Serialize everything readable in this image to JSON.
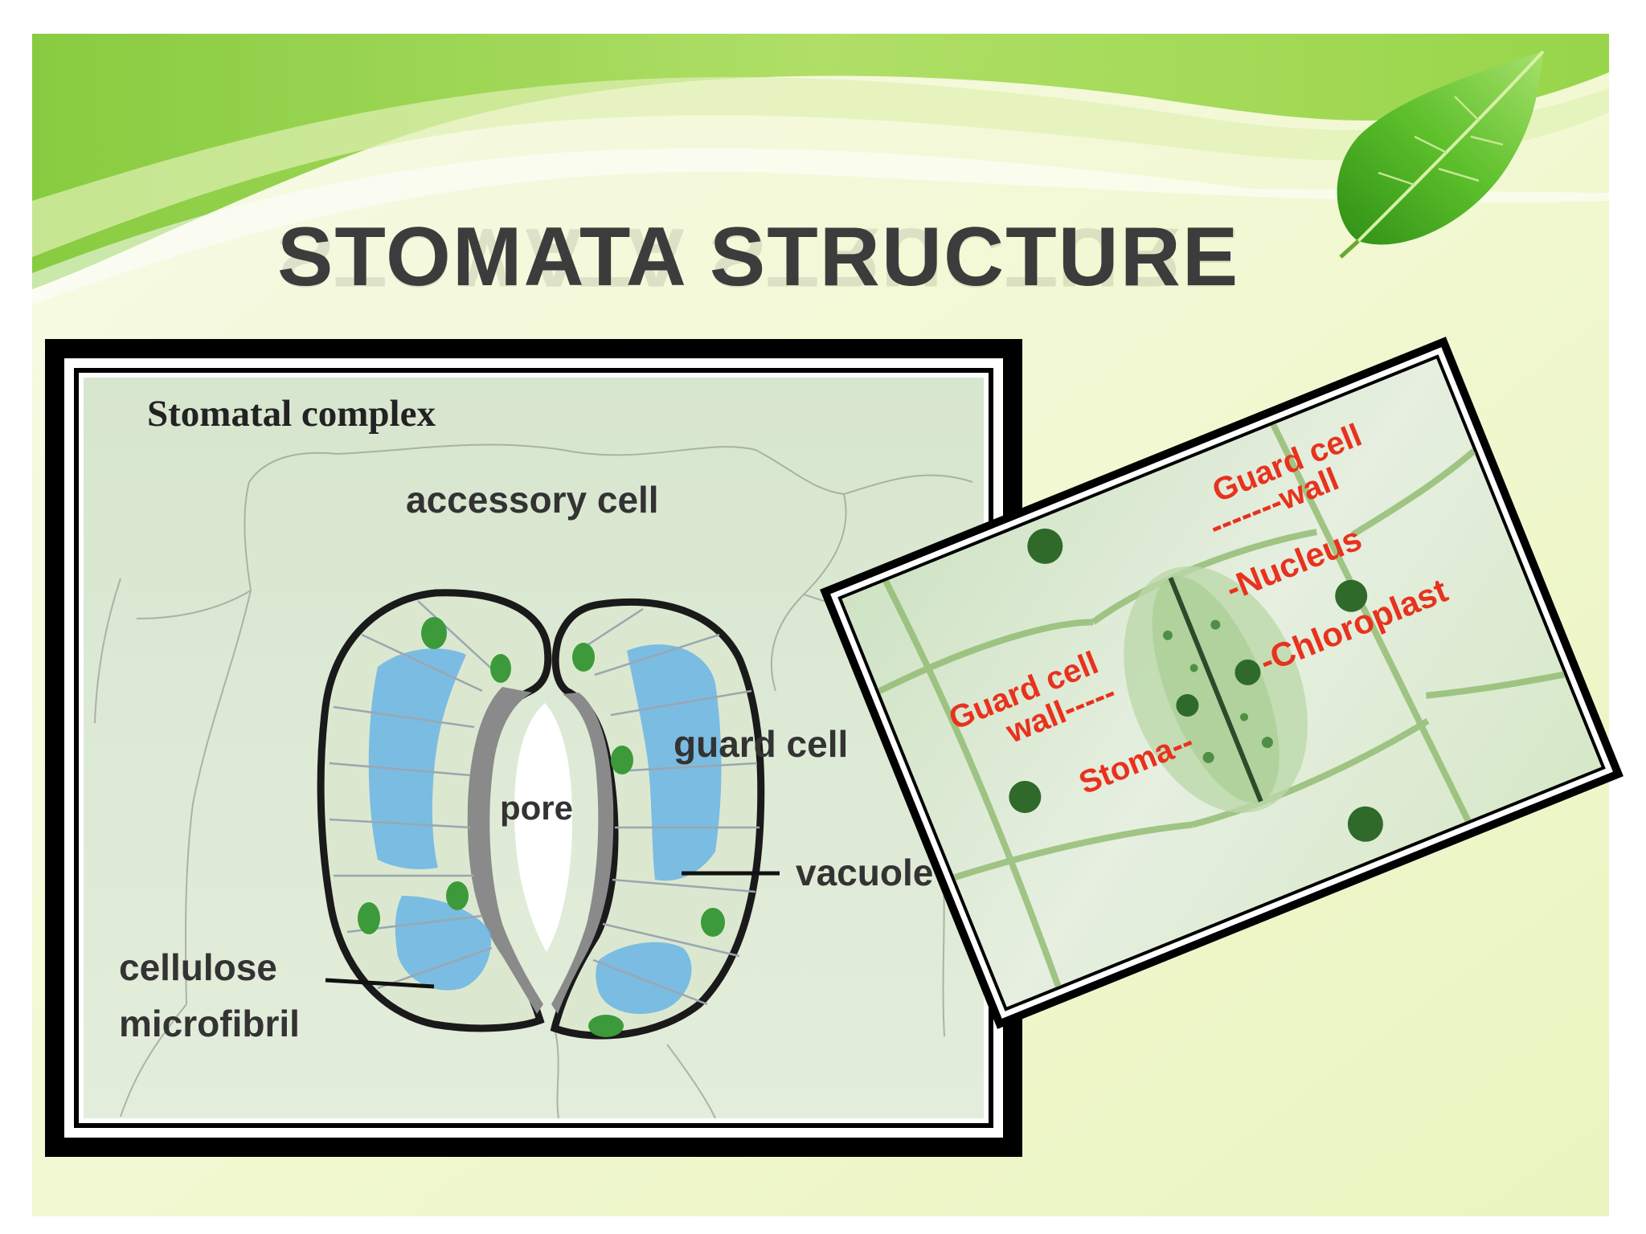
{
  "slide": {
    "title": "STOMATA STRUCTURE",
    "accent_color": "#8ed13a",
    "background_color": "#f3f8d6"
  },
  "diagram": {
    "heading": "Stomatal complex",
    "labels": {
      "accessory_cell": "accessory cell",
      "guard_cell": "guard cell",
      "pore": "pore",
      "vacuole": "vacuole",
      "cellulose_line1": "cellulose",
      "cellulose_line2": "microfibril"
    },
    "colors": {
      "cell_fill": "#dbe8cf",
      "vacuole": "#6ab4e6",
      "chloroplast": "#3d9a3a",
      "pore_rim": "#8a8a8a"
    }
  },
  "micrograph": {
    "labels": {
      "guard_cell_wall_right_1": "Guard cell",
      "guard_cell_wall_right_2": "-------wall",
      "guard_cell_wall_left_1": "Guard cell",
      "guard_cell_wall_left_2": "wall-----",
      "nucleus": "-Nucleus",
      "stoma": "Stoma--",
      "chloroplast": "-Chloroplast"
    },
    "label_color": "#e8321e"
  },
  "decor": {
    "leaf_icon": "leaf-icon"
  }
}
